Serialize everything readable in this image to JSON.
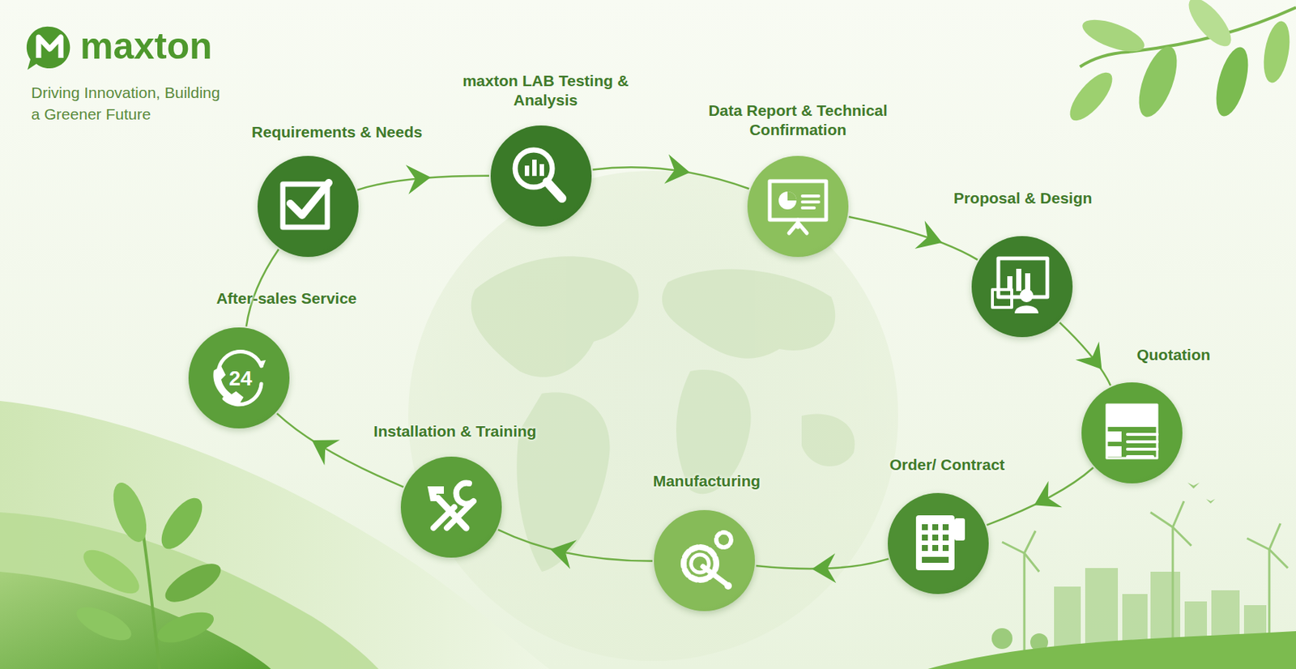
{
  "diagram": {
    "title": "maxton",
    "nodes": [
      {
        "text": [
          "Requirements & Needs"
        ]
      },
      {
        "text": [
          "maxton LAB Testing & Analysis"
        ]
      },
      {
        "text": [
          "Data Report & Technical Confirmation"
        ]
      },
      {
        "text": [
          "Proposal & Design"
        ]
      },
      {
        "text": [
          "Quotation"
        ]
      },
      {
        "text": [
          "Order/ Contract"
        ]
      },
      {
        "text": [
          "Manufacturing"
        ]
      },
      {
        "text": [
          "Installation & Training"
        ]
      },
      {
        "text": [
          "After-sales Service"
        ]
      }
    ],
    "edges": [
      {
        "from": 0,
        "to": 1,
        "arrow": "to"
      },
      {
        "from": 1,
        "to": 2,
        "arrow": "to"
      },
      {
        "from": 2,
        "to": 3,
        "arrow": "to"
      },
      {
        "from": 3,
        "to": 4,
        "arrow": "to"
      },
      {
        "from": 4,
        "to": 5,
        "arrow": "to"
      },
      {
        "from": 5,
        "to": 6,
        "arrow": "to"
      },
      {
        "from": 6,
        "to": 7,
        "arrow": "to"
      },
      {
        "from": 7,
        "to": 8,
        "arrow": "to"
      },
      {
        "from": 8,
        "to": 0,
        "arrow": "none"
      }
    ],
    "labels": [
      "Driving Innovation, Building a Greener Future",
      "24"
    ]
  }
}
